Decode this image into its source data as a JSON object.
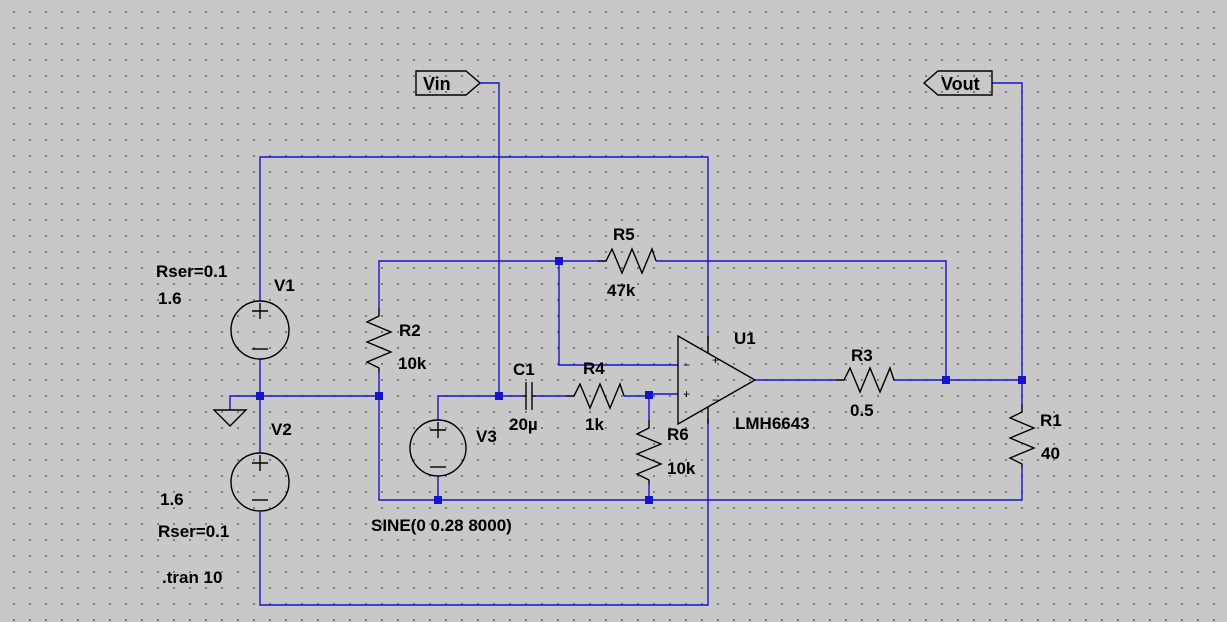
{
  "net_labels": {
    "vin": "Vin",
    "vout": "Vout"
  },
  "components": {
    "v1": {
      "ref": "V1",
      "value": "1.6",
      "param": "Rser=0.1"
    },
    "v2": {
      "ref": "V2",
      "value": "1.6",
      "param": "Rser=0.1"
    },
    "v3": {
      "ref": "V3",
      "value": "SINE(0 0.28 8000)"
    },
    "r1": {
      "ref": "R1",
      "value": "40"
    },
    "r2": {
      "ref": "R2",
      "value": "10k"
    },
    "r3": {
      "ref": "R3",
      "value": "0.5"
    },
    "r4": {
      "ref": "R4",
      "value": "1k"
    },
    "r5": {
      "ref": "R5",
      "value": "47k"
    },
    "r6": {
      "ref": "R6",
      "value": "10k"
    },
    "c1": {
      "ref": "C1",
      "value": "20µ"
    },
    "u1": {
      "ref": "U1",
      "value": "LMH6643"
    }
  },
  "directive": ".tran 10",
  "pin_marks": {
    "plus": "+",
    "minus": "−"
  },
  "colors": {
    "wire": "#1414cc",
    "symbol": "#000000",
    "background": "#c8c8c8"
  }
}
